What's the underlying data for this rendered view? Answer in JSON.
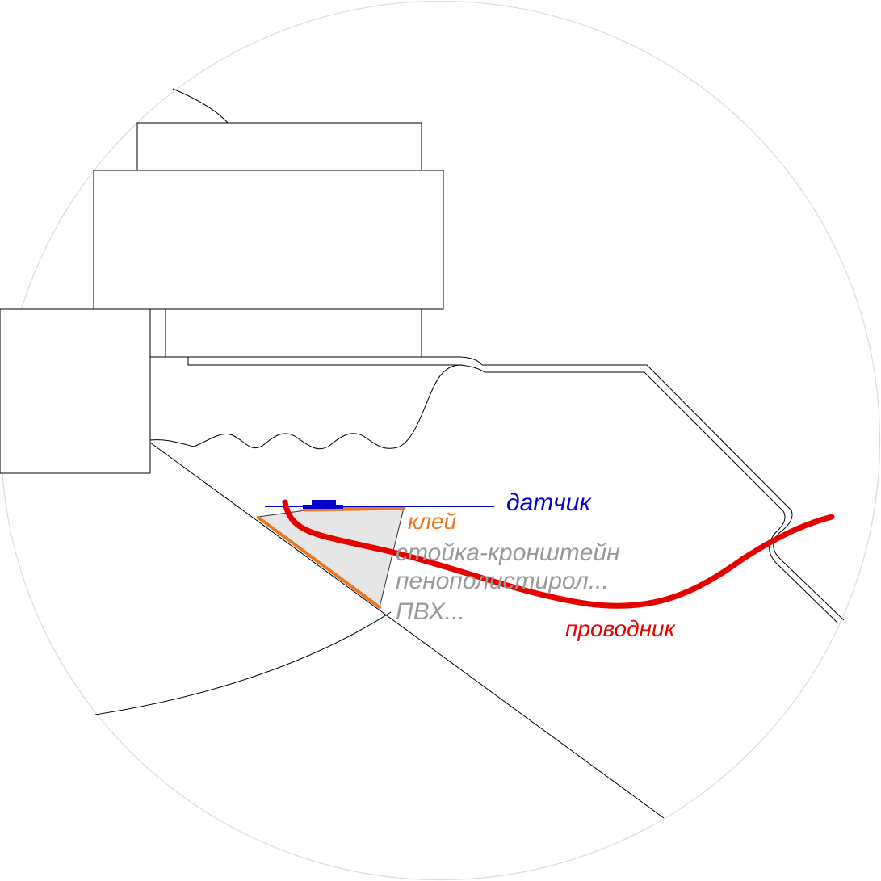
{
  "labels": {
    "sensor": "датчик",
    "glue": "клей",
    "support_line1": "стойка-кронштейн",
    "support_line2": "пенополистирол...",
    "support_line3": "ПВХ...",
    "conductor": "проводник"
  },
  "colors": {
    "background": "#ffffff",
    "outline": "#000000",
    "circle": "#d9d9d9",
    "sensor": "#0000cc",
    "glue": "#e87722",
    "support_fill": "#e6e6e6",
    "support_text": "#999999",
    "conductor": "#e60000"
  }
}
